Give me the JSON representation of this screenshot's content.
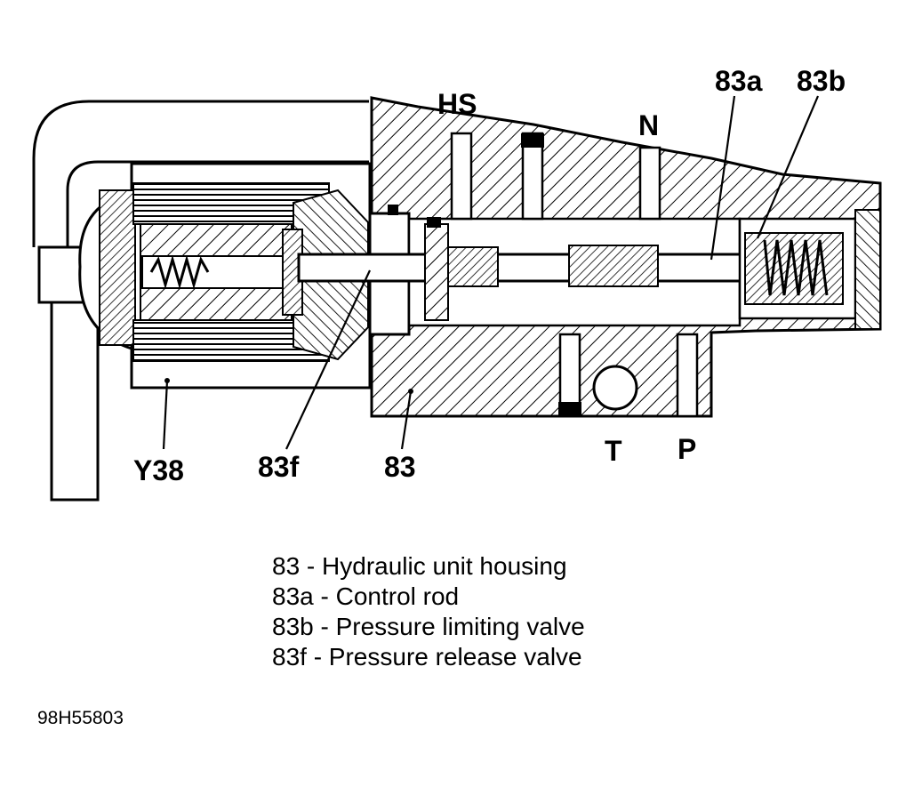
{
  "labels": {
    "hs": "HS",
    "n": "N",
    "a83a": "83a",
    "a83b": "83b",
    "y38": "Y38",
    "a83f": "83f",
    "a83": "83",
    "t": "T",
    "p": "P"
  },
  "legend": [
    "83 - Hydraulic unit housing",
    "83a - Control rod",
    "83b - Pressure limiting valve",
    "83f - Pressure release valve"
  ],
  "figure_code": "98H55803"
}
